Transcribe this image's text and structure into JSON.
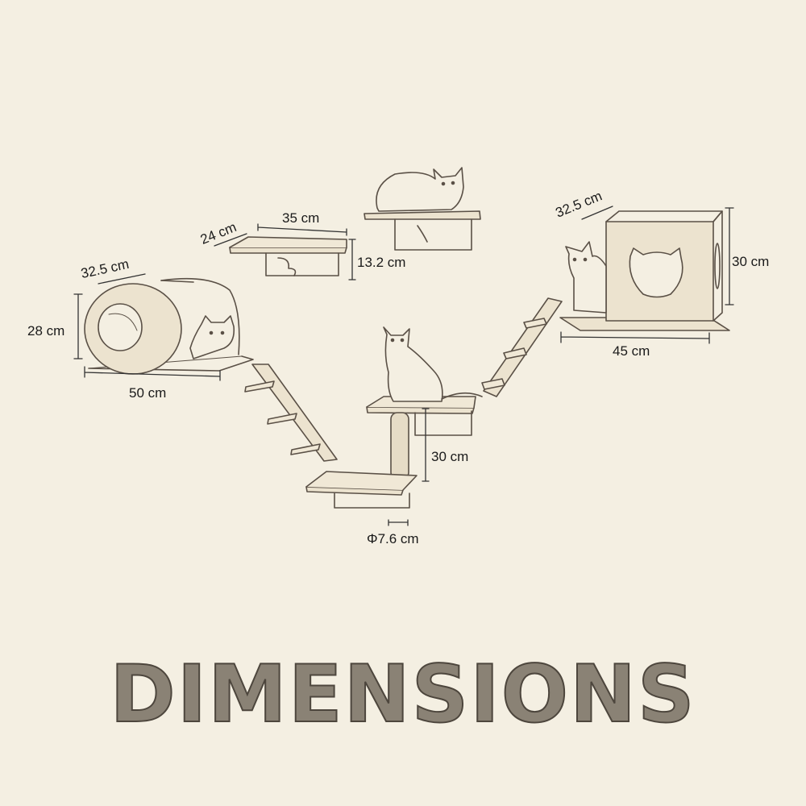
{
  "title": "DIMENSIONS",
  "background_color": "#f4efe2",
  "line_color": "#5a5046",
  "components": {
    "tunnel_house": {
      "depth": "32.5 cm",
      "height": "28 cm",
      "width": "50 cm"
    },
    "small_shelf": {
      "depth": "24 cm",
      "width": "35 cm",
      "height": "13.2 cm"
    },
    "top_shelf_with_cat": {},
    "cube_house": {
      "depth": "32.5 cm",
      "height": "30 cm",
      "width": "45 cm"
    },
    "post_platform": {
      "post_height": "30 cm",
      "post_diameter": "Φ7.6 cm"
    },
    "left_ladder": {
      "steps": 3
    },
    "right_ladder": {
      "steps": 3
    }
  }
}
